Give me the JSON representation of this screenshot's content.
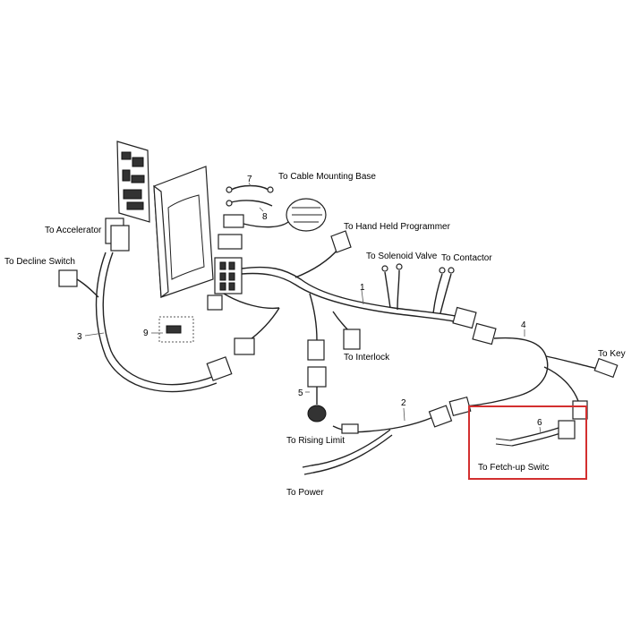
{
  "labels": {
    "cable_mounting_base": "To  Cable Mounting Base",
    "hand_held_programmer": "To  Hand Held Programmer",
    "accelerator": "To Accelerator",
    "decline_switch": "To Decline Switch",
    "solenoid_valve": "To Solenoid Valve",
    "contactor": "To  Contactor",
    "key": "To  Key",
    "interlock": "To Interlock",
    "rising_limit": "To Rising Limit",
    "power": "To Power",
    "fetch_up_switch": "To  Fetch-up Switc"
  },
  "part_numbers": {
    "p1": "1",
    "p2": "2",
    "p3": "3",
    "p4": "4",
    "p5": "5",
    "p6": "6",
    "p7": "7",
    "p8": "8",
    "p9": "9"
  },
  "highlight": {
    "color": "#d32f2f",
    "target": "6"
  }
}
